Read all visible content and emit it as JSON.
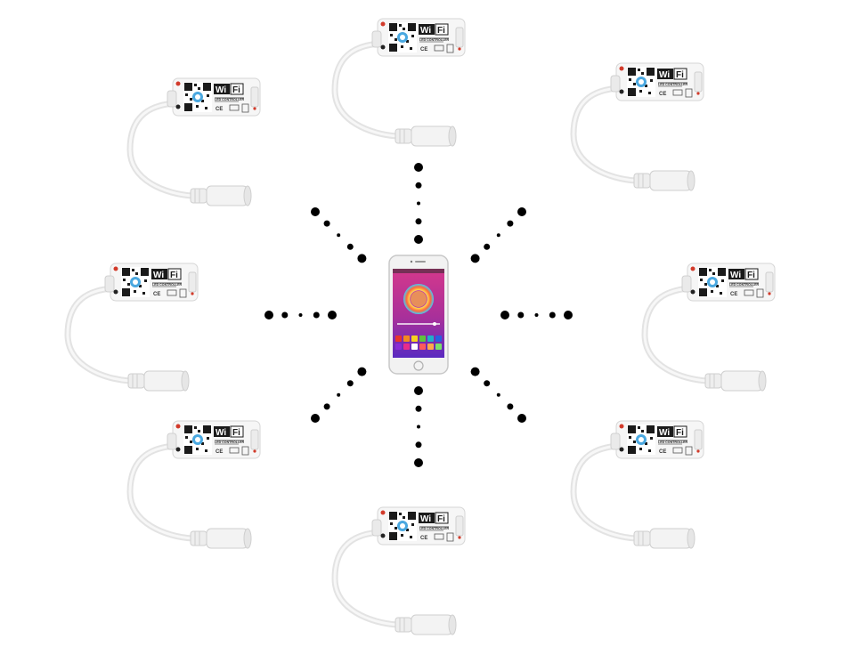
{
  "scene": {
    "background": "#ffffff",
    "device": {
      "brand_wi": "Wi",
      "brand_fi": "Fi",
      "model": "LED CONTROLLER",
      "ce_mark": "CE",
      "body_color": "#f6f6f6",
      "cable_color": "#ececec",
      "qr_color": "#1a1a1a",
      "accent_blue": "#4aa8e0",
      "power_red": "#d23a2a"
    },
    "controllers": [
      {
        "id": "top"
      },
      {
        "id": "top-right"
      },
      {
        "id": "right"
      },
      {
        "id": "bottom-right"
      },
      {
        "id": "bottom"
      },
      {
        "id": "bottom-left"
      },
      {
        "id": "left"
      },
      {
        "id": "top-left"
      }
    ],
    "phone": {
      "body_color": "#f2f2f2",
      "screen_gradient": [
        "#d4388c",
        "#a8309a",
        "#5a2ac0"
      ],
      "swatch_colors": [
        "#e8352b",
        "#f28a1f",
        "#f7d21e",
        "#5ec43d",
        "#1fb0c8",
        "#2a5fe0",
        "#8a2ad6",
        "#e82b8a",
        "#ffffff",
        "#ff5a5a",
        "#ffa84a",
        "#7ae06a"
      ]
    },
    "signal_dot_color": "#000000"
  }
}
